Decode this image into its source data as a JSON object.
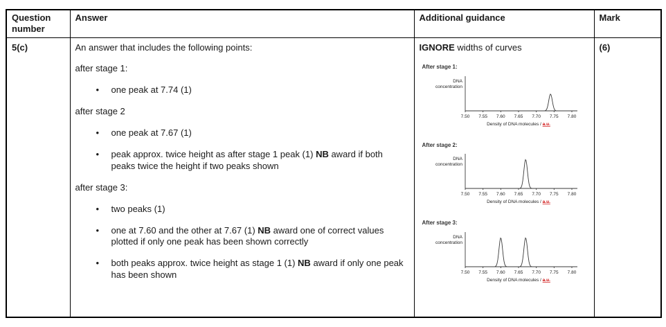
{
  "table": {
    "headers": [
      "Question number",
      "Answer",
      "Additional guidance",
      "Mark"
    ]
  },
  "row": {
    "question_number": "5(c)",
    "mark": "(6)",
    "answer": {
      "blocks": [
        {
          "type": "para",
          "segments": [
            {
              "t": "An answer that includes the following points:"
            }
          ]
        },
        {
          "type": "para",
          "segments": [
            {
              "t": "after stage 1:"
            }
          ]
        },
        {
          "type": "bullet",
          "segments": [
            {
              "t": "one peak at 7.74 (1)"
            }
          ]
        },
        {
          "type": "para",
          "segments": [
            {
              "t": "after stage 2"
            }
          ]
        },
        {
          "type": "bullet",
          "segments": [
            {
              "t": "one peak at 7.67 (1)"
            }
          ]
        },
        {
          "type": "bullet",
          "segments": [
            {
              "t": "peak approx. twice height as after stage 1 peak (1) "
            },
            {
              "t": "NB",
              "b": true
            },
            {
              "t": " award if both peaks twice the height if two peaks shown"
            }
          ]
        },
        {
          "type": "para",
          "segments": [
            {
              "t": "after stage 3:"
            }
          ]
        },
        {
          "type": "bullet",
          "segments": [
            {
              "t": "two peaks (1)"
            }
          ]
        },
        {
          "type": "bullet",
          "segments": [
            {
              "t": "one at 7.60 and the other at 7.67 (1) "
            },
            {
              "t": "NB",
              "b": true
            },
            {
              "t": " award one of correct values plotted if only one peak has been shown correctly"
            }
          ]
        },
        {
          "type": "bullet",
          "segments": [
            {
              "t": "both peaks approx. twice height as stage 1 (1) "
            },
            {
              "t": "NB",
              "b": true
            },
            {
              "t": " award if only one peak has been shown"
            }
          ]
        }
      ]
    },
    "guidance": {
      "note_segments": [
        {
          "t": "IGNORE",
          "b": true
        },
        {
          "t": " widths of curves"
        }
      ],
      "unit_color": "#cc0000",
      "chart_data": [
        {
          "type": "line",
          "title": "After stage 1:",
          "ylabel_lines": [
            "DNA",
            "concentration"
          ],
          "xlabel": "Density of DNA molecules / ",
          "xlabel_unit": "a.u.",
          "xlim": [
            7.5,
            7.8
          ],
          "ticks": [
            "7.50",
            "7.55",
            "7.60",
            "7.65",
            "7.70",
            "7.75",
            "7.80"
          ],
          "peaks": [
            {
              "x": 7.74,
              "height": 0.55
            }
          ]
        },
        {
          "type": "line",
          "title": "After stage 2:",
          "ylabel_lines": [
            "DNA",
            "concentration"
          ],
          "xlabel": "Density of DNA molecules / ",
          "xlabel_unit": "a.u.",
          "xlim": [
            7.5,
            7.8
          ],
          "ticks": [
            "7.50",
            "7.55",
            "7.60",
            "7.65",
            "7.70",
            "7.75",
            "7.80"
          ],
          "peaks": [
            {
              "x": 7.67,
              "height": 0.95
            }
          ]
        },
        {
          "type": "line",
          "title": "After stage 3:",
          "ylabel_lines": [
            "DNA",
            "concentration"
          ],
          "xlabel": "Density of DNA molecules / ",
          "xlabel_unit": "a.u.",
          "xlim": [
            7.5,
            7.8
          ],
          "ticks": [
            "7.50",
            "7.55",
            "7.60",
            "7.65",
            "7.70",
            "7.75",
            "7.80"
          ],
          "peaks": [
            {
              "x": 7.6,
              "height": 0.95
            },
            {
              "x": 7.67,
              "height": 0.95
            }
          ]
        }
      ]
    }
  }
}
